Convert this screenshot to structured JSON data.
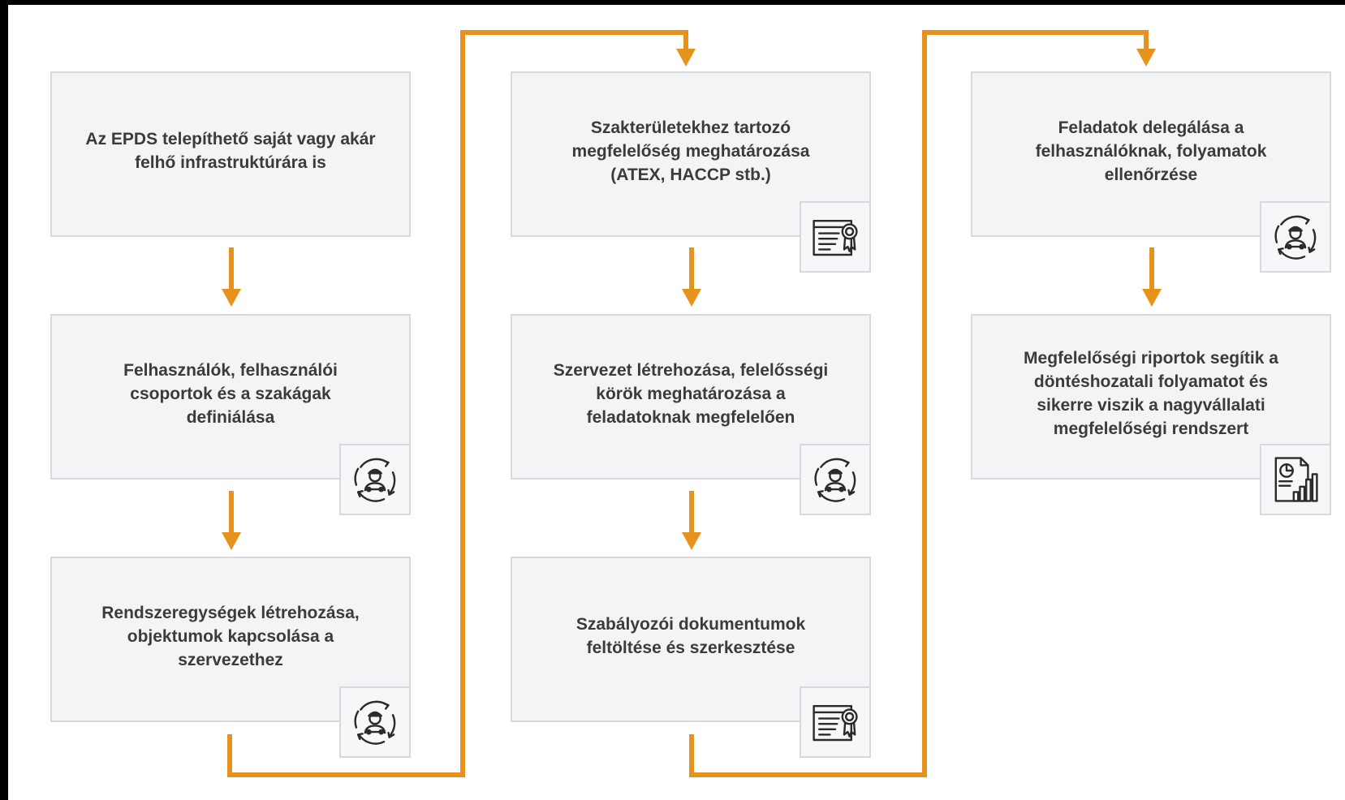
{
  "steps": [
    {
      "text": "Az EPDS telepíthető saját vagy akár felhő infrastruktúrára is",
      "icon": null
    },
    {
      "text": "Felhasználók, felhasználói csoportok és a szakágak definiálása",
      "icon": "user-cycle-icon"
    },
    {
      "text": "Rendszeregységek létrehozása, objektumok kapcsolása a szervezethez",
      "icon": "user-cycle-icon"
    },
    {
      "text": "Szakterületekhez tartozó megfelelőség meghatározása (ATEX, HACCP stb.)",
      "icon": "certificate-icon"
    },
    {
      "text": "Szervezet létrehozása, felelősségi körök meghatározása a feladatoknak megfelelően",
      "icon": "user-cycle-icon"
    },
    {
      "text": "Szabályozói dokumentumok feltöltése és szerkesztése",
      "icon": "certificate-icon"
    },
    {
      "text": "Feladatok delegálása a felhasználóknak, folyamatok ellenőrzése",
      "icon": "user-cycle-icon"
    },
    {
      "text": "Megfelelőségi riportok segítik a döntéshozatali folyamatot és sikerre viszik a nagyvállalati megfelelőségi rendszert",
      "icon": "report-chart-icon"
    }
  ],
  "colors": {
    "connector": "#e8921e",
    "card_background": "#f3f4f6",
    "card_border": "#d7d9dc",
    "text": "#3b3b3b",
    "icon_stroke": "#2b2b2b"
  }
}
